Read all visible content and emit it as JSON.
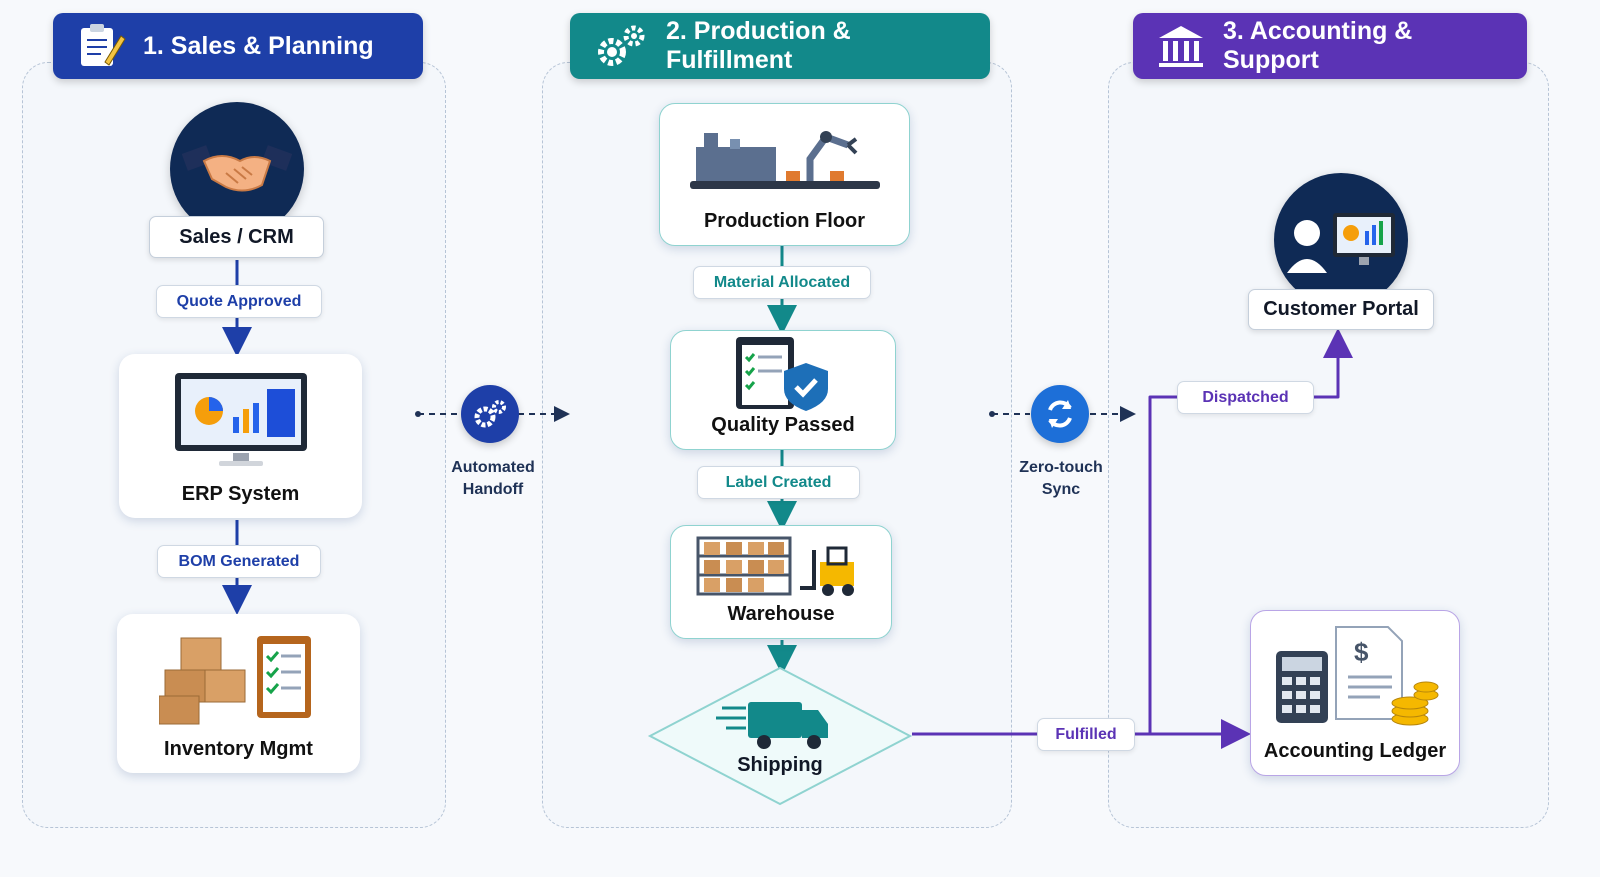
{
  "lanes": [
    {
      "title": "1. Sales & Planning",
      "color": "#1e3fa8",
      "icon": "clipboard-icon"
    },
    {
      "title": "2. Production & Fulfillment",
      "color": "#12898a",
      "icon": "gears-icon"
    },
    {
      "title": "3. Accounting & Support",
      "color": "#5b33b5",
      "icon": "bank-icon"
    }
  ],
  "nodes": {
    "sales_crm": "Sales / CRM",
    "erp": "ERP System",
    "inventory": "Inventory Mgmt",
    "production": "Production Floor",
    "quality": "Quality Passed",
    "warehouse": "Warehouse",
    "shipping": "Shipping",
    "customer_portal": "Customer Portal",
    "ledger": "Accounting Ledger"
  },
  "edge_labels": {
    "quote_approved": "Quote Approved",
    "bom_generated": "BOM Generated",
    "material_allocated": "Material Allocated",
    "label_created": "Label Created",
    "dispatched": "Dispatched",
    "fulfilled": "Fulfilled"
  },
  "hubs": {
    "automated": {
      "line1": "Automated",
      "line2": "Handoff"
    },
    "sync": {
      "line1": "Zero-touch",
      "line2": "Sync"
    }
  },
  "colors": {
    "blue": "#1e3fa8",
    "teal": "#12898a",
    "purple": "#5b33b5",
    "navy": "#0f2a55"
  }
}
